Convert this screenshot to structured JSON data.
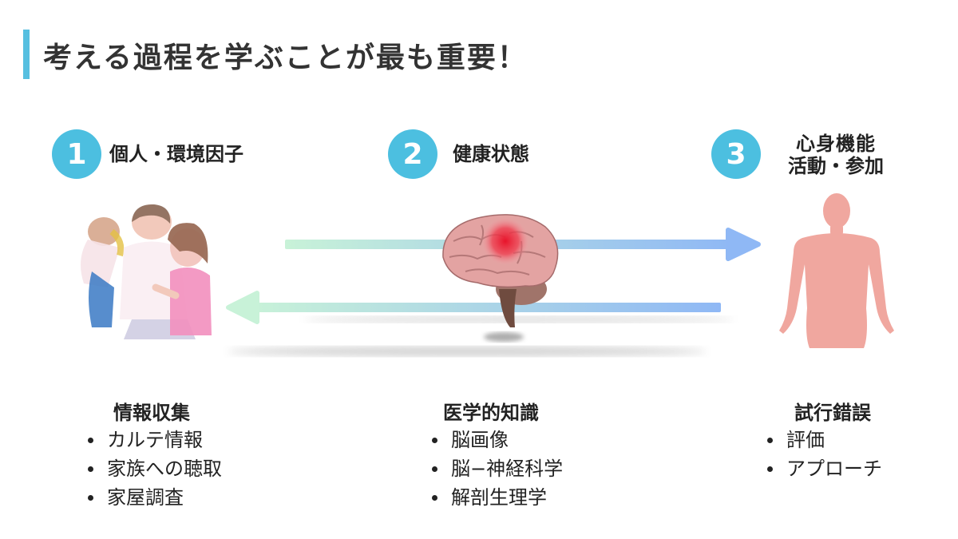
{
  "title": "考える過程を学ぶことが最も重要！",
  "steps": [
    {
      "number": "1",
      "label_lines": [
        "個人・環境因子"
      ]
    },
    {
      "number": "2",
      "label_lines": [
        "健康状態"
      ]
    },
    {
      "number": "3",
      "label_lines": [
        "心身機能",
        "活動・参加"
      ]
    }
  ],
  "sections": [
    {
      "heading": "情報収集",
      "items": [
        "カルテ情報",
        "家族への聴取",
        "家屋調査"
      ]
    },
    {
      "heading": "医学的知識",
      "items": [
        "脳画像",
        "脳−神経科学",
        "解剖生理学"
      ]
    },
    {
      "heading": "試行錯誤",
      "items": [
        "評価",
        "アプローチ"
      ]
    }
  ],
  "icons": {
    "family": "family-illustration",
    "brain": "brain-illustration",
    "body": "human-body-illustration",
    "arrow_right": "arrow-right-icon",
    "arrow_left": "arrow-left-icon"
  },
  "colors": {
    "accent": "#4cbfe0",
    "arrow_start": "#c8f2d8",
    "arrow_end": "#8fb8f5",
    "body": "#f0a79f",
    "brain_highlight": "#e8132a"
  }
}
